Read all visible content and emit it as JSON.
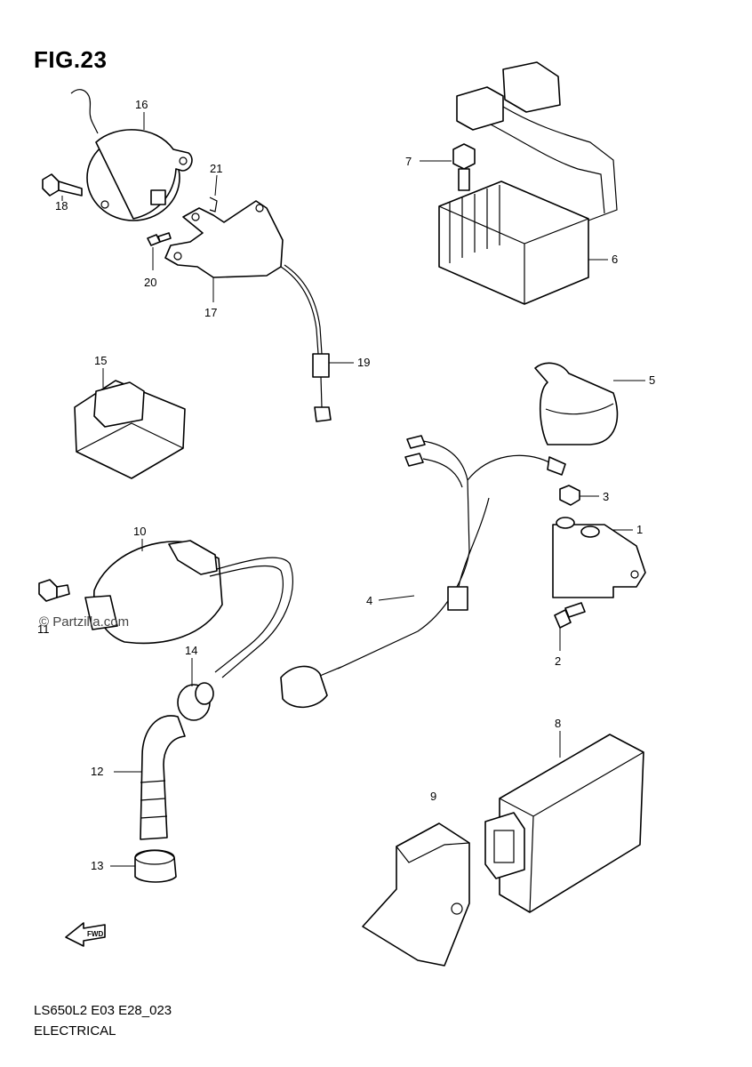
{
  "figure": {
    "title": "FIG.23",
    "model_code": "LS650L2 E03 E28_023",
    "section": "ELECTRICAL",
    "watermark": "© Partzilla.com"
  },
  "fwd_arrow": {
    "label": "FWD"
  },
  "callouts": [
    {
      "id": "c1",
      "label": "1"
    },
    {
      "id": "c2",
      "label": "2"
    },
    {
      "id": "c3",
      "label": "3"
    },
    {
      "id": "c4",
      "label": "4"
    },
    {
      "id": "c5",
      "label": "5"
    },
    {
      "id": "c6",
      "label": "6"
    },
    {
      "id": "c7",
      "label": "7"
    },
    {
      "id": "c8",
      "label": "8"
    },
    {
      "id": "c9",
      "label": "9"
    },
    {
      "id": "c10",
      "label": "10"
    },
    {
      "id": "c11",
      "label": "11"
    },
    {
      "id": "c12",
      "label": "12"
    },
    {
      "id": "c13",
      "label": "13"
    },
    {
      "id": "c14",
      "label": "14"
    },
    {
      "id": "c15",
      "label": "15"
    },
    {
      "id": "c16",
      "label": "16"
    },
    {
      "id": "c17",
      "label": "17"
    },
    {
      "id": "c18",
      "label": "18"
    },
    {
      "id": "c19",
      "label": "19"
    },
    {
      "id": "c20",
      "label": "20"
    },
    {
      "id": "c21",
      "label": "21"
    }
  ]
}
